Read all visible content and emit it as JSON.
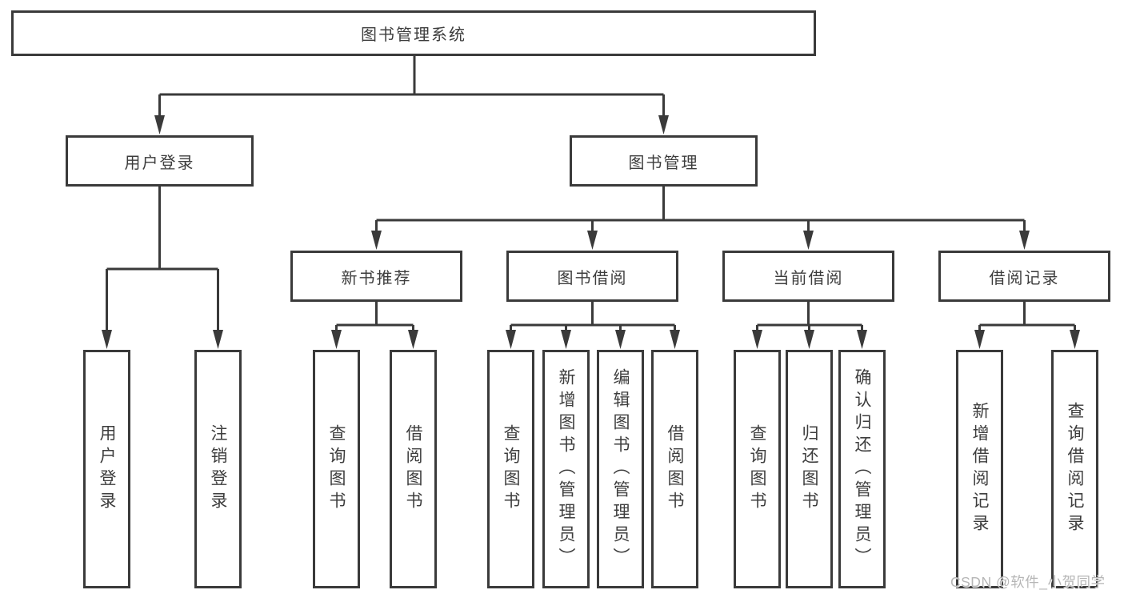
{
  "diagram": {
    "root": "图书管理系统",
    "branches": [
      {
        "label": "用户登录",
        "children": [
          "用户登录",
          "注销登录"
        ]
      },
      {
        "label": "图书管理",
        "groups": [
          {
            "label": "新书推荐",
            "children": [
              "查询图书",
              "借阅图书"
            ]
          },
          {
            "label": "图书借阅",
            "children": [
              "查询图书",
              "新增图书（管理员）",
              "编辑图书（管理员）",
              "借阅图书"
            ]
          },
          {
            "label": "当前借阅",
            "children": [
              "查询图书",
              "归还图书",
              "确认归还（管理员）"
            ]
          },
          {
            "label": "借阅记录",
            "children": [
              "新增借阅记录",
              "查询借阅记录"
            ]
          }
        ]
      }
    ]
  },
  "watermark": "CSDN @软件_小贺同学",
  "colors": {
    "line": "#3a3a3a",
    "text": "#3d3d3d",
    "watermark": "#b6b6b6",
    "background": "#ffffff"
  }
}
